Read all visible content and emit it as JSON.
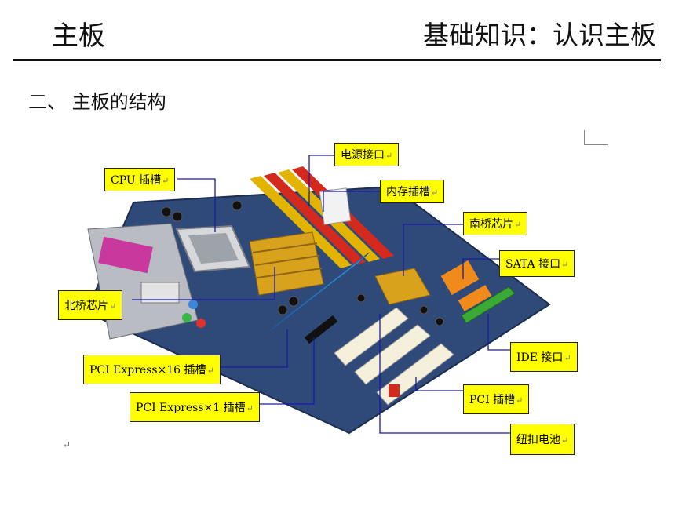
{
  "header": {
    "title_left": "主板",
    "title_right": "基础知识：认识主板"
  },
  "section": {
    "heading": "二、 主板的结构"
  },
  "paragraph_mark": "↵",
  "labels": {
    "power": "电源接口",
    "cpu": "CPU 插槽",
    "memory": "内存插槽",
    "southbridge": "南桥芯片",
    "sata": "SATA 接口",
    "northbridge": "北桥芯片",
    "ide": "IDE 接口",
    "pcie16": "PCI Express×16 插槽",
    "pcie1": "PCI Express×1 插槽",
    "pci": "PCI 插槽",
    "battery": "纽扣电池"
  },
  "mark": "↵"
}
